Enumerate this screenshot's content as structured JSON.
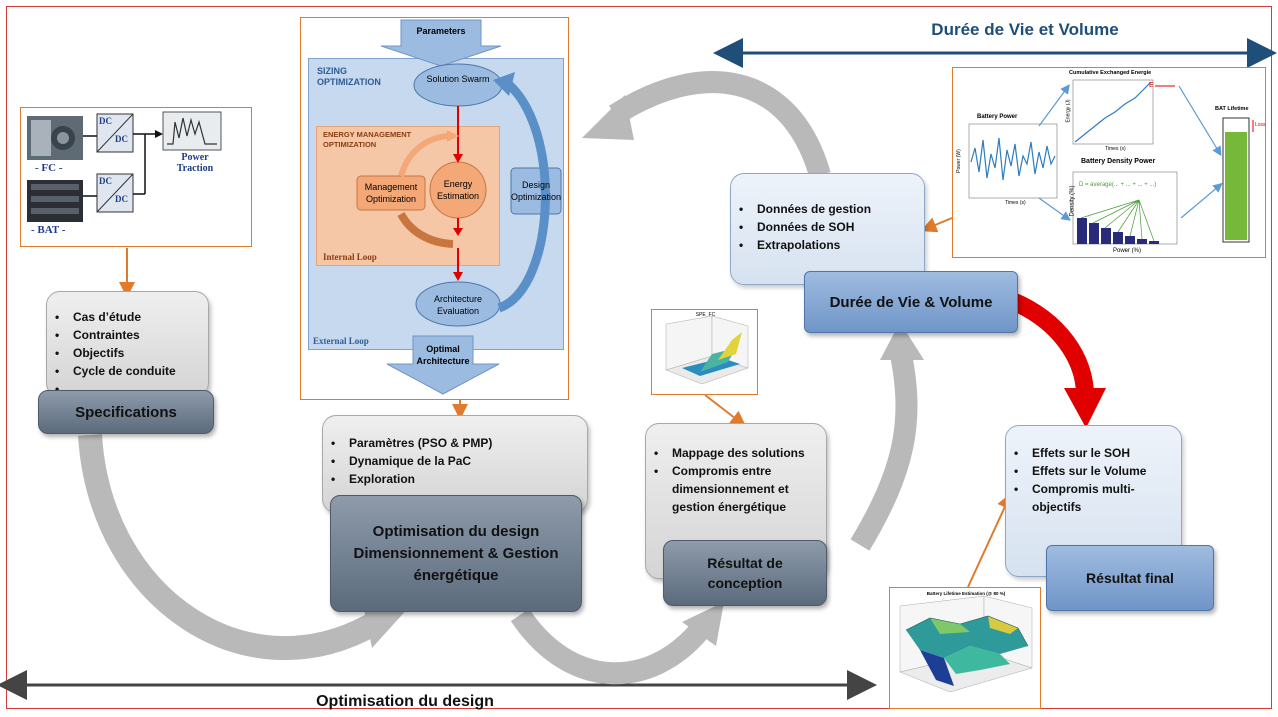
{
  "top_banner": {
    "title": "Durée de Vie et Volume"
  },
  "bottom_banner": {
    "title": "Optimisation du design"
  },
  "powertrain": {
    "fc_label": "- FC -",
    "bat_label": "- BAT -",
    "dc_top": "DC",
    "dc_bottom": "DC",
    "power_traction": "Power Traction"
  },
  "specifications": {
    "items": [
      "Cas d’étude",
      "Contraintes",
      "Objectifs",
      "Cycle de conduite",
      ""
    ],
    "label": "Specifications"
  },
  "flowchart": {
    "parameters": "Parameters",
    "sizing": "SIZING OPTIMIZATION",
    "solution_swarm": "Solution Swarm",
    "energy_mgmt": "ENERGY MANAGEMENT OPTIMIZATION",
    "management_optimization": "Management Optimization",
    "energy_estimation": "Energy Estimation",
    "design_optimization": "Design Optimization",
    "internal_loop": "Internal Loop",
    "architecture_evaluation": "Architecture Evaluation",
    "external_loop": "External Loop",
    "optimal_architecture": "Optimal Architecture"
  },
  "optimisation": {
    "items": [
      "Paramètres (PSO & PMP)",
      "Dynamique de la PaC",
      "Exploration"
    ],
    "label": "Optimisation du design Dimensionnement & Gestion énergétique"
  },
  "resultat_conception": {
    "items": [
      "Mappage des solutions",
      "Compromis entre dimensionnement et gestion énergétique"
    ],
    "label": "Résultat de conception"
  },
  "duree_vie": {
    "items": [
      "Données de gestion",
      "Données de SOH",
      "Extrapolations"
    ],
    "label": "Durée de Vie & Volume"
  },
  "resultat_final": {
    "items": [
      "Effets sur le SOH",
      "Effets sur le Volume",
      "Compromis multi-objectifs"
    ],
    "label": "Résultat final"
  },
  "battery_panel": {
    "battery_power": "Battery Power",
    "power_axis": "Power (W)",
    "time_axis": "Times (s)",
    "cumulative": "Cumulative Exchanged Energie",
    "energy_axis": "Energy (J)",
    "e_label": "E",
    "bat_lifetime": "BAT Lifetime",
    "loss": "Loss",
    "density_title": "Battery Density Power",
    "density_formula": "D = average(... + ... + ... + ...)",
    "density_axis": "Density (%)",
    "power_pct_axis": "Power (%)"
  },
  "surface_plot_small": {
    "title": "SPE_FC"
  },
  "surface_plot_large": {
    "title": "Battery Lifetime Estimation (@ 80 %)"
  },
  "colors": {
    "frame": "#d43a3a",
    "banner_text": "#1f4e79",
    "orange_arrow": "#e07b2e",
    "red_arrow": "#e00000",
    "grey_circle_arrow": "#b9b9b9"
  }
}
